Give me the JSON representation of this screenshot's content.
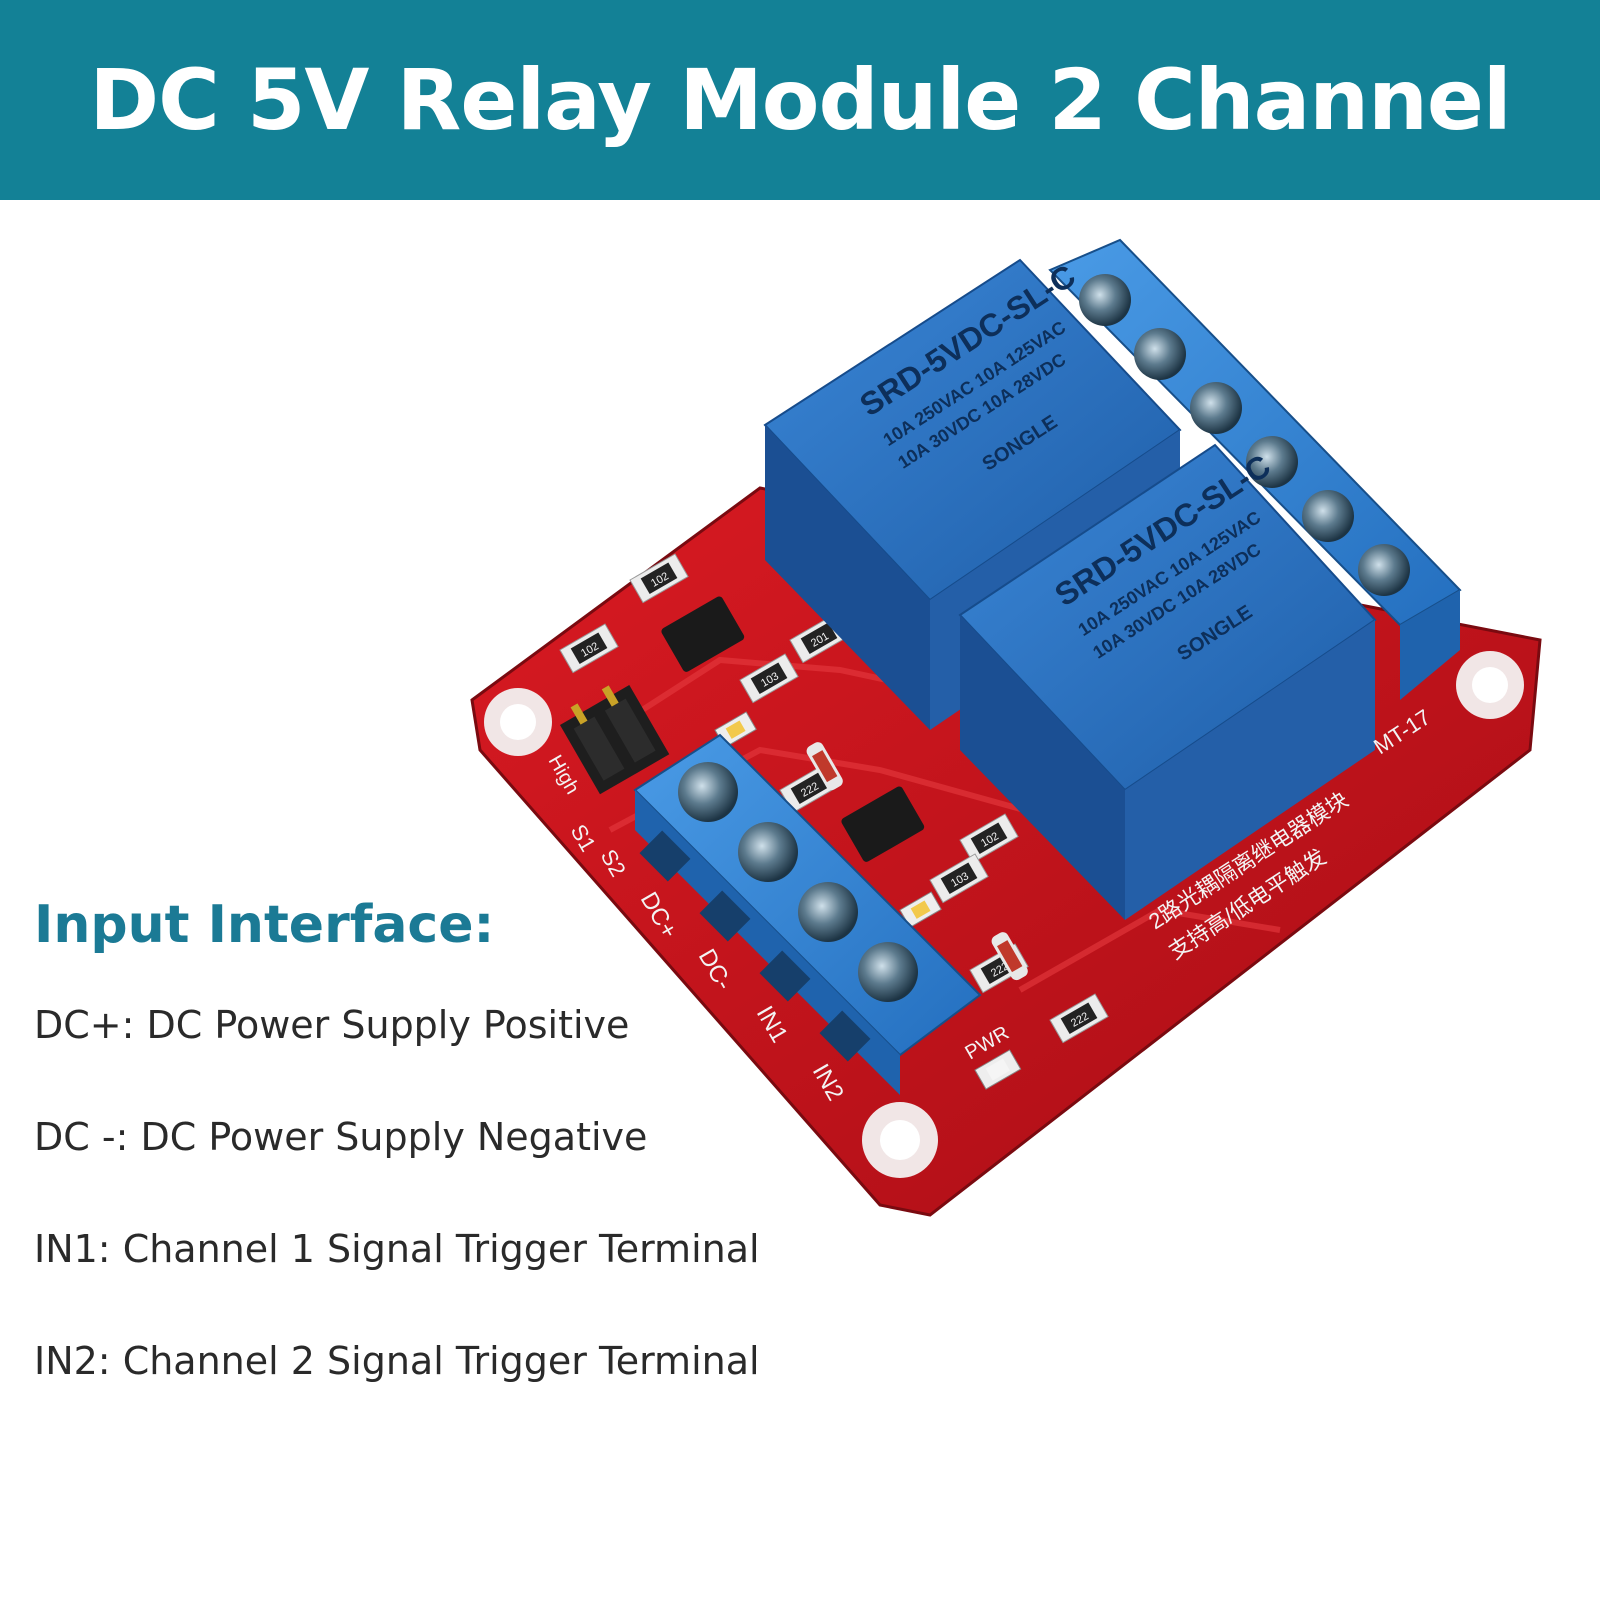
{
  "banner": {
    "title": "DC 5V Relay Module 2 Channel",
    "color": "#138196"
  },
  "input_interface": {
    "title": "Input Interface:",
    "items": [
      "DC+: DC Power Supply Positive",
      "DC -: DC Power Supply Negative",
      "IN1: Channel 1 Signal Trigger Terminal",
      "IN2: Channel 2 Signal Trigger Terminal"
    ]
  },
  "board": {
    "pcb_color": "#c8121c",
    "relay_color": "#2a6fc4",
    "terminal_color": "#3a88d8",
    "relay": {
      "model": "SRD-5VDC-SL-C",
      "rating_1": "10A 250VAC 10A 125VAC",
      "rating_2": "10A 30VDC 10A 28VDC",
      "brand": "SONGLE"
    },
    "silkscreen": {
      "pins": [
        "DC+",
        "DC-",
        "IN1",
        "IN2"
      ],
      "jumpers": [
        "S1",
        "S2"
      ],
      "jumper_label": "High",
      "pwr": "PWR",
      "model": "MT-17",
      "chinese_1": "2路光耦隔离继电器模块",
      "chinese_2": "支持高/低电平触发",
      "resistor_codes": [
        "102",
        "103",
        "201",
        "222"
      ]
    }
  }
}
